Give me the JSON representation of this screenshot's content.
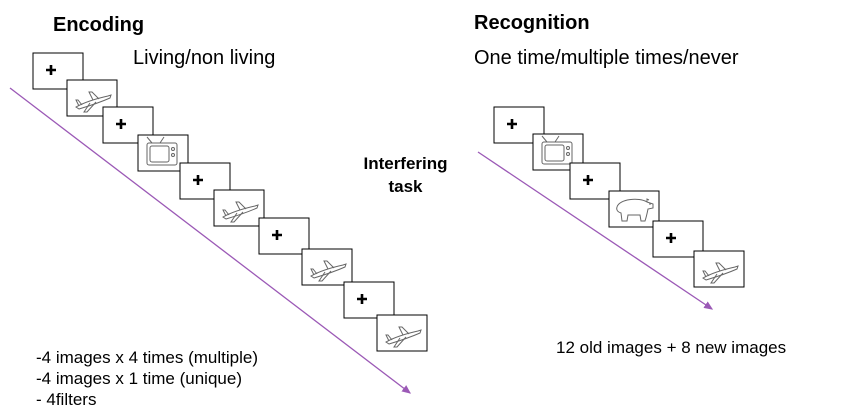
{
  "encoding": {
    "heading": "Encoding",
    "task": "Living/non living",
    "notes": [
      "-4 images x 4 times (multiple)",
      "-4 images x 1 time (unique)",
      "- 4filters"
    ],
    "sequence": [
      {
        "kind": "fixation",
        "icon": "plus"
      },
      {
        "kind": "image",
        "icon": "airplane-icon"
      },
      {
        "kind": "fixation",
        "icon": "plus"
      },
      {
        "kind": "image",
        "icon": "television-icon"
      },
      {
        "kind": "fixation",
        "icon": "plus"
      },
      {
        "kind": "image",
        "icon": "airplane-icon"
      },
      {
        "kind": "fixation",
        "icon": "plus"
      },
      {
        "kind": "image",
        "icon": "airplane-icon"
      },
      {
        "kind": "fixation",
        "icon": "plus"
      },
      {
        "kind": "image",
        "icon": "airplane-icon"
      }
    ]
  },
  "interfering": {
    "line1": "Interfering",
    "line2": "task"
  },
  "recognition": {
    "heading": "Recognition",
    "task": "One time/multiple times/never",
    "note": "12 old images + 8 new images",
    "sequence": [
      {
        "kind": "fixation",
        "icon": "plus"
      },
      {
        "kind": "image",
        "icon": "television-icon"
      },
      {
        "kind": "fixation",
        "icon": "plus"
      },
      {
        "kind": "image",
        "icon": "bear-icon"
      },
      {
        "kind": "fixation",
        "icon": "plus"
      },
      {
        "kind": "image",
        "icon": "airplane-icon"
      }
    ]
  },
  "colors": {
    "timeline": "#9b59b6",
    "frame": "#000000",
    "icon_stroke": "#666666"
  }
}
